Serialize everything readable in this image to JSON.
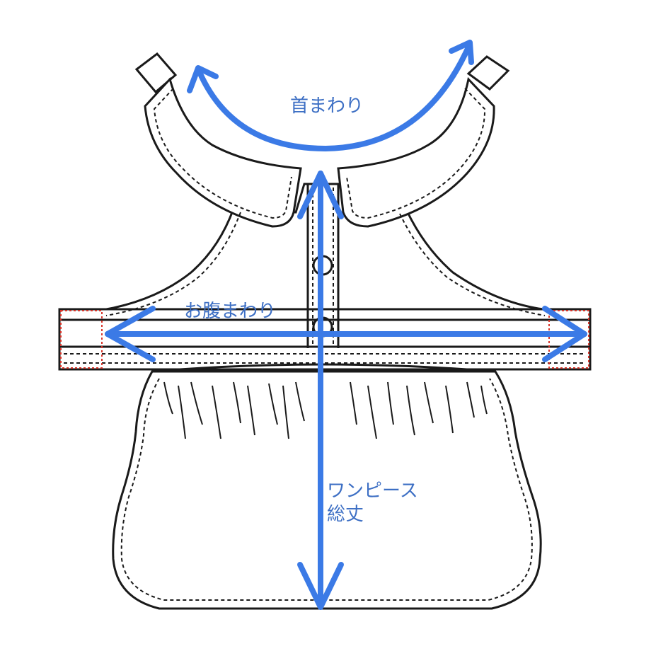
{
  "labels": {
    "neck": "首まわり",
    "belly": "お腹まわり",
    "length_line1": "ワンピース",
    "length_line2": "総丈"
  },
  "colors": {
    "outline": "#1a1a1a",
    "arrow": "#3b7ae6",
    "label_text": "#3d6fc4",
    "strap_guide": "#d9362b"
  }
}
